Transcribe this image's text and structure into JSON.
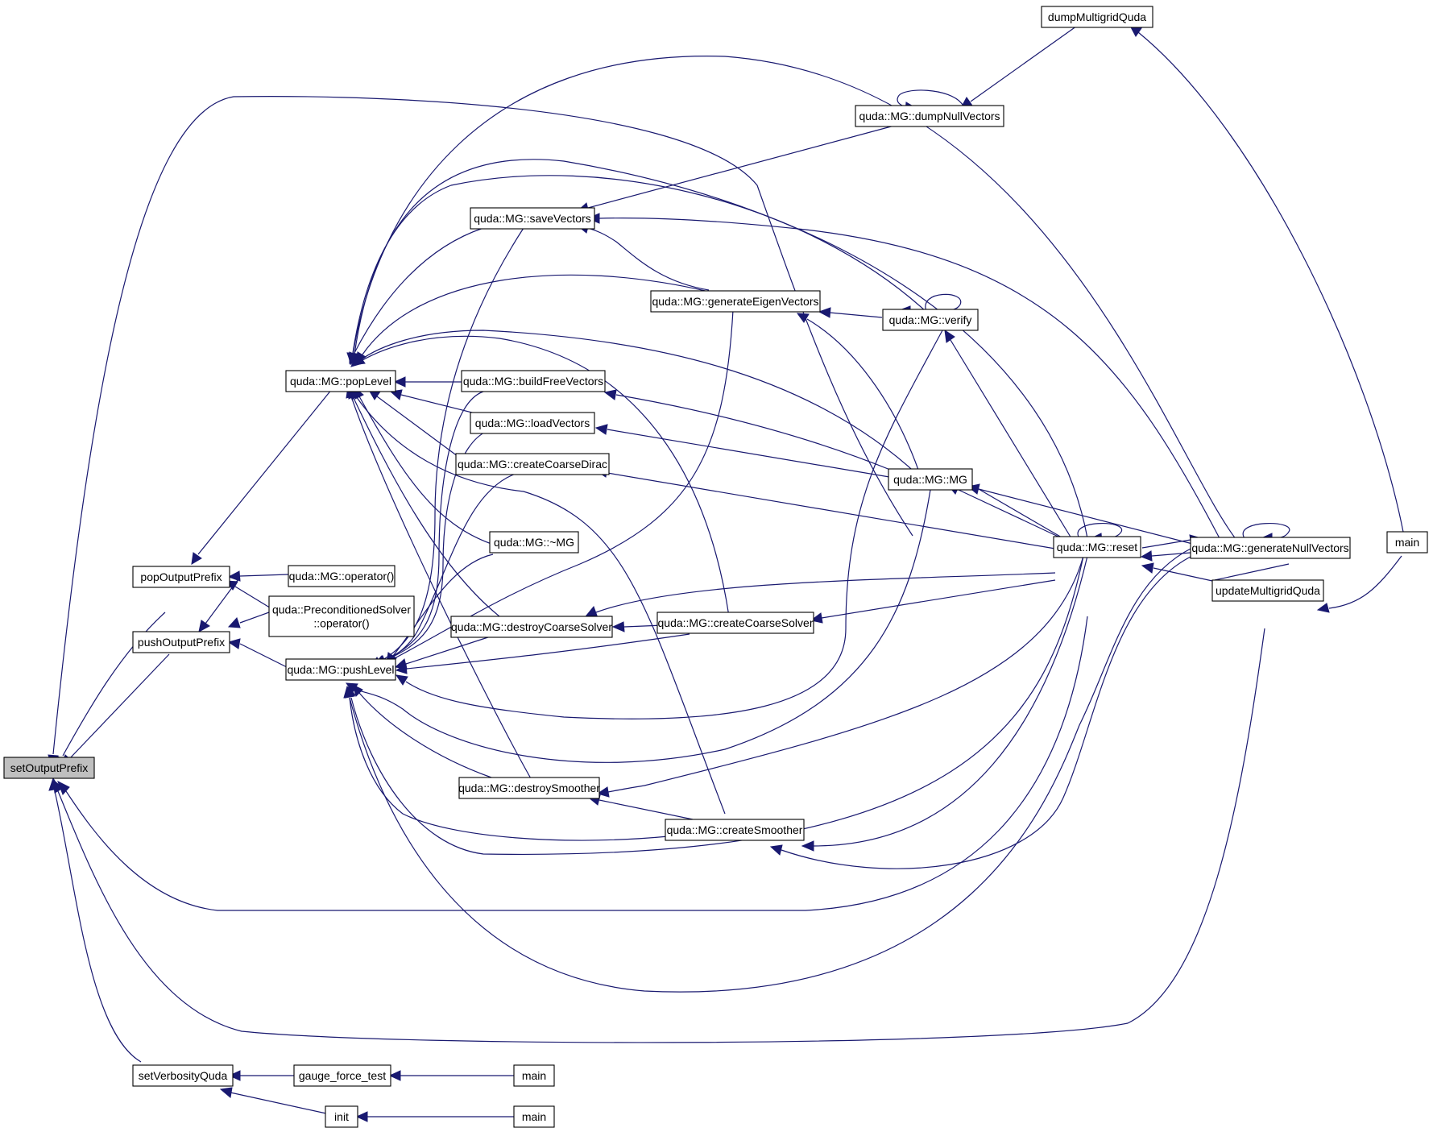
{
  "colors": {
    "edge": "#191970",
    "selected_fill": "#bfbfbf",
    "node_fill": "#ffffff",
    "node_stroke": "#000000"
  },
  "nodes": {
    "setOutputPrefix": {
      "label": "setOutputPrefix",
      "selected": true
    },
    "popOutputPrefix": {
      "label": "popOutputPrefix"
    },
    "pushOutputPrefix": {
      "label": "pushOutputPrefix"
    },
    "setVerbosityQuda": {
      "label": "setVerbosityQuda"
    },
    "popLevel": {
      "label": "quda::MG::popLevel"
    },
    "pushLevel": {
      "label": "quda::MG::pushLevel"
    },
    "mgOperator": {
      "label": "quda::MG::operator()"
    },
    "precondOperator": {
      "label": "quda::PreconditionedSolver\n::operator()"
    },
    "gaugeForceTest": {
      "label": "gauge_force_test"
    },
    "init": {
      "label": "init"
    },
    "main1": {
      "label": "main"
    },
    "main2": {
      "label": "main"
    },
    "saveVectors": {
      "label": "quda::MG::saveVectors"
    },
    "buildFreeVectors": {
      "label": "quda::MG::buildFreeVectors"
    },
    "loadVectors": {
      "label": "quda::MG::loadVectors"
    },
    "createCoarseDirac": {
      "label": "quda::MG::createCoarseDirac"
    },
    "dtor": {
      "label": "quda::MG::~MG"
    },
    "destroyCoarseSolver": {
      "label": "quda::MG::destroyCoarseSolver"
    },
    "destroySmoother": {
      "label": "quda::MG::destroySmoother"
    },
    "generateEigenVectors": {
      "label": "quda::MG::generateEigenVectors"
    },
    "createCoarseSolver": {
      "label": "quda::MG::createCoarseSolver"
    },
    "createSmoother": {
      "label": "quda::MG::createSmoother"
    },
    "dumpNullVectors": {
      "label": "quda::MG::dumpNullVectors"
    },
    "verify": {
      "label": "quda::MG::verify"
    },
    "MGctor": {
      "label": "quda::MG::MG"
    },
    "reset": {
      "label": "quda::MG::reset"
    },
    "dumpMultigridQuda": {
      "label": "dumpMultigridQuda"
    },
    "generateNullVectors": {
      "label": "quda::MG::generateNullVectors"
    },
    "updateMultigridQuda": {
      "label": "updateMultigridQuda"
    },
    "main3": {
      "label": "main"
    }
  }
}
